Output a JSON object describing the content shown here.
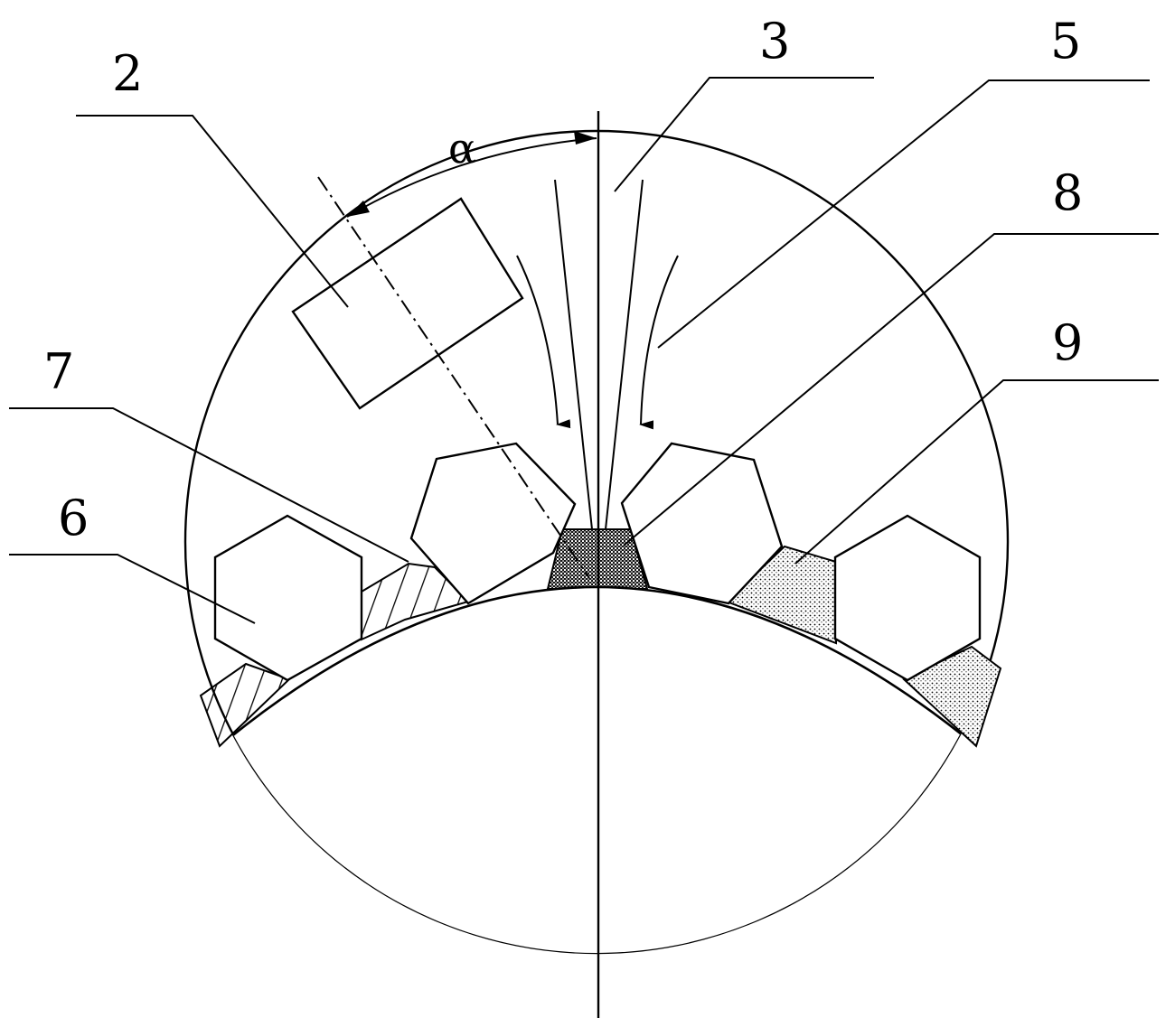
{
  "labels": {
    "angle": "α",
    "n2": "2",
    "n3": "3",
    "n5": "5",
    "n6": "6",
    "n7": "7",
    "n8": "8",
    "n9": "9"
  },
  "colors": {
    "line": "#000000",
    "background": "#ffffff",
    "stipple_dense": "#000000",
    "stipple_light": "#000000"
  }
}
